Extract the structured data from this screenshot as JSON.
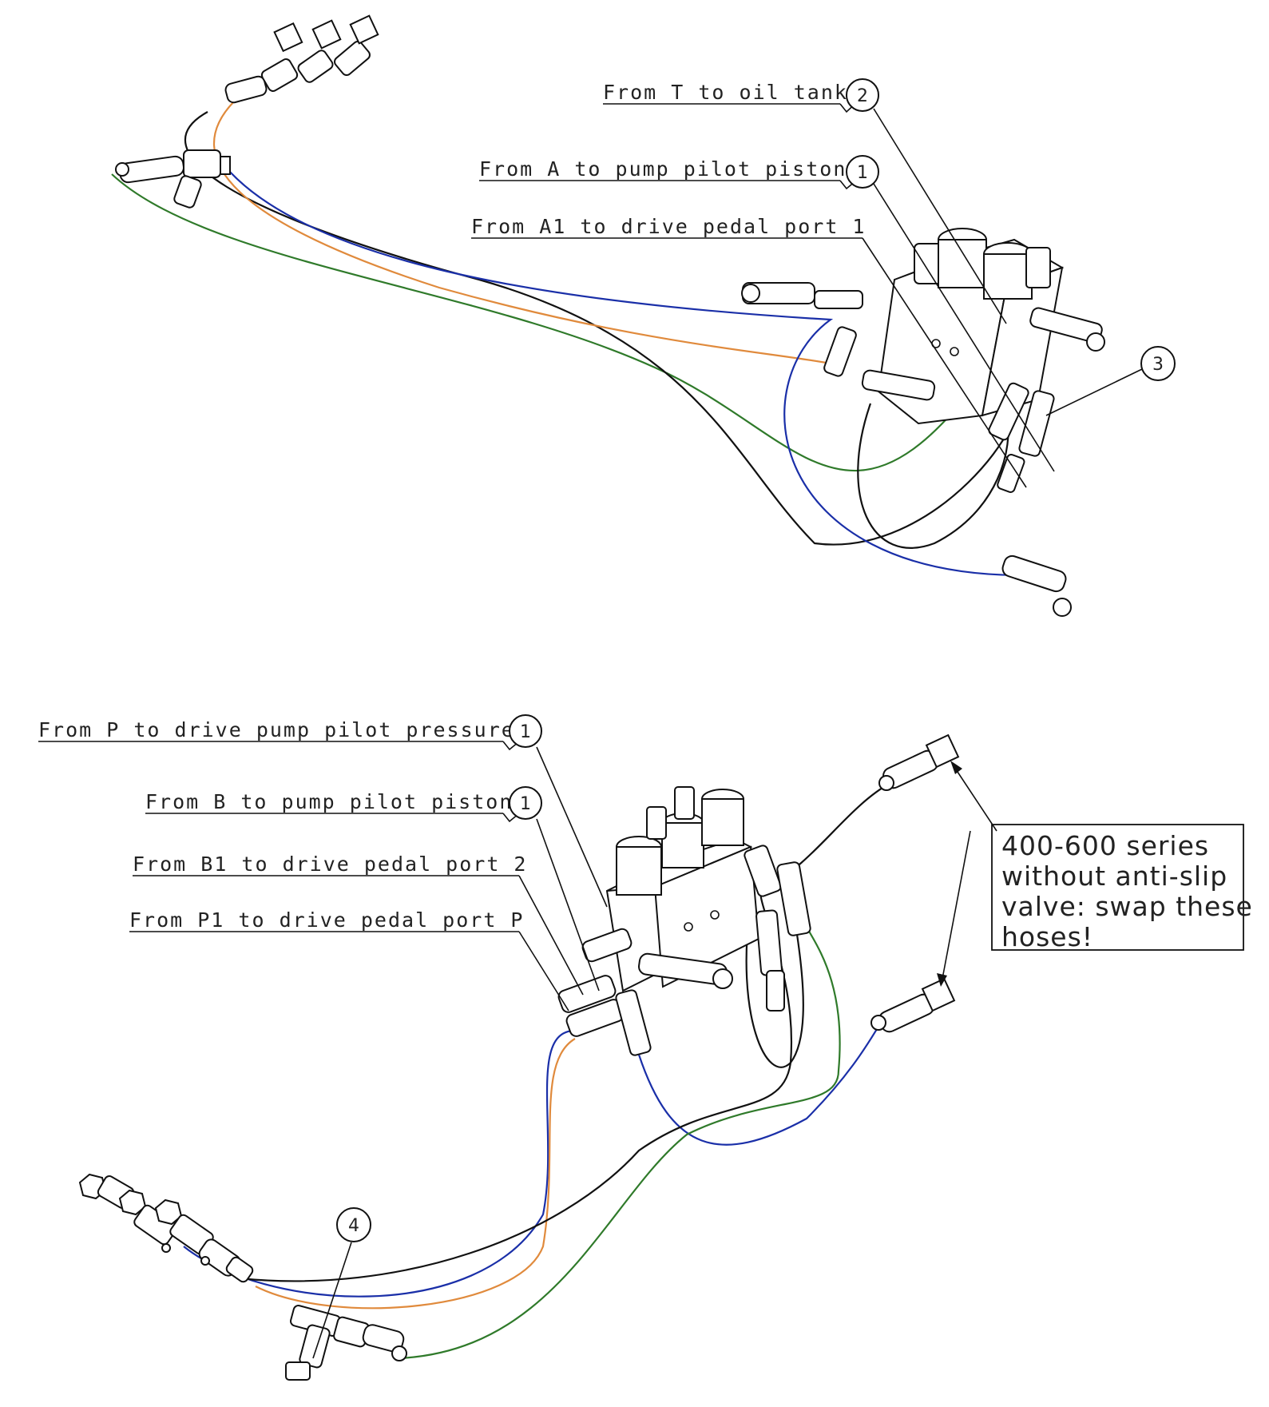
{
  "labels": {
    "top_t_tank": "From T to oil tank",
    "top_a_pump": "From A to pump pilot piston",
    "top_a1_pedal": "From A1 to drive pedal port 1",
    "bot_p_pump": "From P to drive pump pilot pressure",
    "bot_b_pump": "From B to pump pilot piston",
    "bot_b1_pedal": "From B1 to drive pedal port 2",
    "bot_p1_pedal": "From P1 to drive pedal port P"
  },
  "balloons": {
    "t_tank": "2",
    "a_pump": "1",
    "fitting_top": "3",
    "p_pump": "1",
    "b_pump": "1",
    "tee_bottom": "4"
  },
  "note": {
    "line1": "400-600 series",
    "line2": "without anti-slip",
    "line3": "valve: swap these",
    "line4": "hoses!"
  },
  "hose_colors": {
    "blue": "#1a2fa8",
    "black": "#111111",
    "orange": "#e08a3c",
    "green": "#2f7a2a"
  }
}
